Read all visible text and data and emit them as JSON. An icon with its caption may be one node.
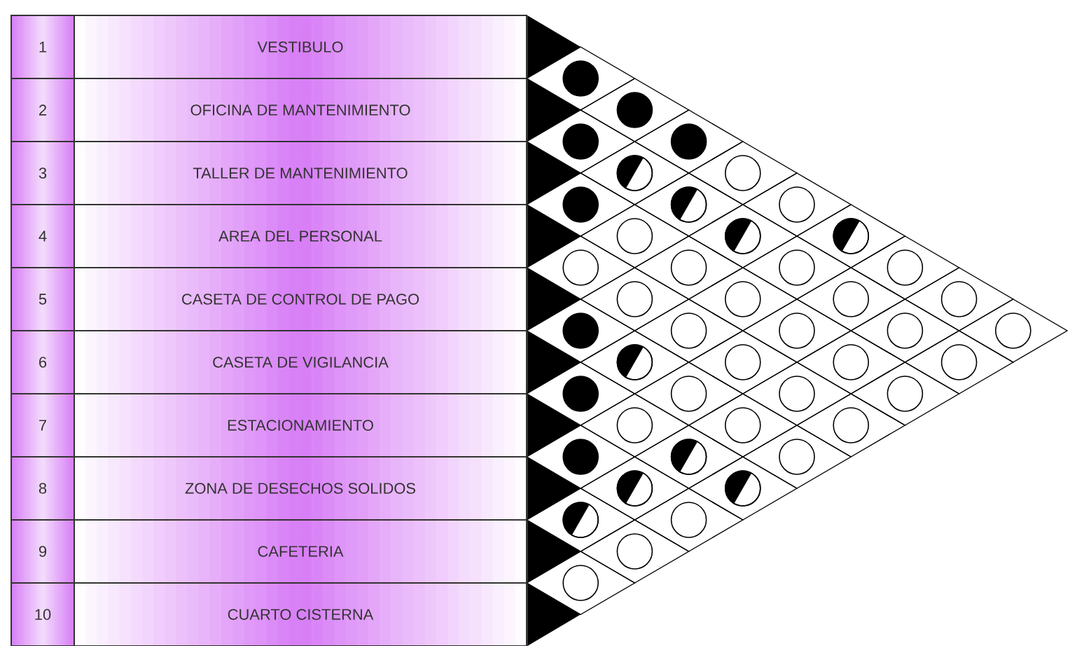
{
  "diagram": {
    "nodes": [
      {
        "text": [
          "1"
        ]
      },
      {
        "text": [
          "VESTIBULO"
        ]
      },
      {
        "text": [
          "2"
        ]
      },
      {
        "text": [
          "OFICINA DE MANTENIMIENTO"
        ]
      },
      {
        "text": [
          "3"
        ]
      },
      {
        "text": [
          "TALLER DE MANTENIMIENTO"
        ]
      },
      {
        "text": [
          "4"
        ]
      },
      {
        "text": [
          "AREA DEL PERSONAL"
        ]
      },
      {
        "text": [
          "5"
        ]
      },
      {
        "text": [
          "CASETA DE CONTROL DE PAGO"
        ]
      },
      {
        "text": [
          "6"
        ]
      },
      {
        "text": [
          "CASETA DE VIGILANCIA"
        ]
      },
      {
        "text": [
          "7"
        ]
      },
      {
        "text": [
          "ESTACIONAMIENTO"
        ]
      },
      {
        "text": [
          "8"
        ]
      },
      {
        "text": [
          "ZONA DE DESECHOS SOLIDOS"
        ]
      },
      {
        "text": [
          "9"
        ]
      },
      {
        "text": [
          "CAFETERIA"
        ]
      },
      {
        "text": [
          "10"
        ]
      },
      {
        "text": [
          "CUARTO CISTERNA"
        ]
      },
      {
        "text": [],
        "shape": "disc"
      },
      {
        "text": [],
        "shape": "disc"
      },
      {
        "text": [],
        "shape": "disc"
      },
      {
        "text": [],
        "shape": "circle"
      },
      {
        "text": [],
        "shape": "disc"
      },
      {
        "text": [],
        "shape": "disc"
      },
      {
        "text": [],
        "shape": "disc"
      },
      {
        "text": [],
        "shape": "half-disc"
      },
      {
        "text": [],
        "shape": "circle"
      },
      {
        "text": [],
        "shape": "disc"
      },
      {
        "text": [],
        "shape": "half-disc"
      },
      {
        "text": [],
        "shape": "circle"
      },
      {
        "text": [],
        "shape": "circle"
      },
      {
        "text": [],
        "shape": "half-disc"
      },
      {
        "text": [],
        "shape": "circle"
      },
      {
        "text": [],
        "shape": "half-disc"
      },
      {
        "text": [],
        "shape": "circle"
      },
      {
        "text": [],
        "shape": "disc"
      },
      {
        "text": [],
        "shape": "half-disc"
      },
      {
        "text": [],
        "shape": "circle"
      },
      {
        "text": [],
        "shape": "circle"
      },
      {
        "text": [],
        "shape": "circle"
      },
      {
        "text": [],
        "shape": "half-disc"
      },
      {
        "text": [],
        "shape": "circle"
      },
      {
        "text": [],
        "shape": "circle"
      },
      {
        "text": [],
        "shape": "half-disc"
      },
      {
        "text": [],
        "shape": "circle"
      },
      {
        "text": [],
        "shape": "circle"
      },
      {
        "text": [],
        "shape": "circle"
      },
      {
        "text": [],
        "shape": "half-disc"
      },
      {
        "text": [],
        "shape": "circle"
      },
      {
        "text": [],
        "shape": "circle"
      },
      {
        "text": [],
        "shape": "circle"
      },
      {
        "text": [],
        "shape": "circle"
      },
      {
        "text": [],
        "shape": "circle"
      },
      {
        "text": [],
        "shape": "half-disc"
      },
      {
        "text": [],
        "shape": "circle"
      },
      {
        "text": [],
        "shape": "circle"
      },
      {
        "text": [],
        "shape": "circle"
      },
      {
        "text": [],
        "shape": "circle"
      },
      {
        "text": [],
        "shape": "circle"
      },
      {
        "text": [],
        "shape": "circle"
      },
      {
        "text": [],
        "shape": "circle"
      },
      {
        "text": [],
        "shape": "circle"
      },
      {
        "text": [],
        "shape": "circle"
      }
    ]
  }
}
